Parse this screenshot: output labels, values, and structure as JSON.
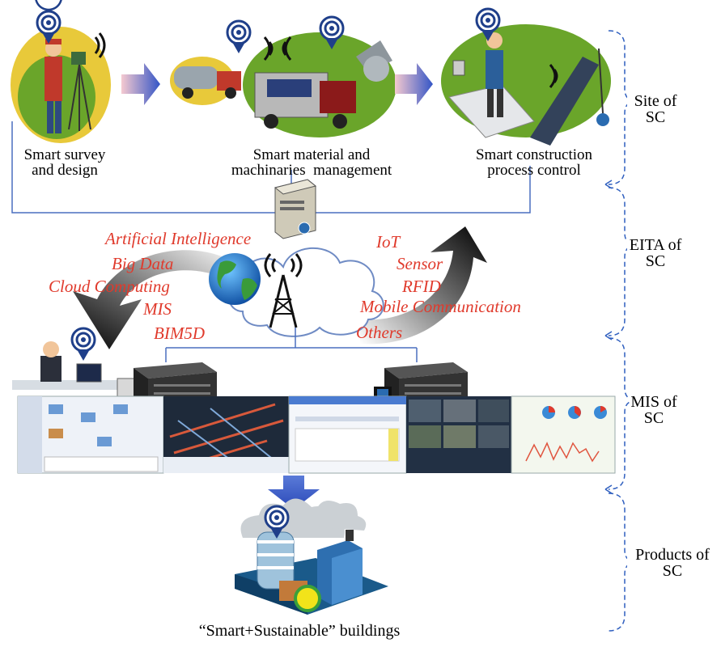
{
  "site_stages": [
    {
      "line1": "Smart survey",
      "line2": "and design"
    },
    {
      "line1": "Smart material and",
      "line2": "machinaries  management"
    },
    {
      "line1": "Smart construction",
      "line2": "process control"
    }
  ],
  "technologies_left": [
    "Artificial Intelligence",
    "Big Data",
    "Cloud Computing",
    "MIS",
    "BIM5D"
  ],
  "technologies_right": [
    "IoT",
    "Sensor",
    "RFID",
    "Mobile Communication",
    "Others"
  ],
  "side_labels": [
    {
      "line1": "Site of",
      "line2": "SC"
    },
    {
      "line1": "EITA of",
      "line2": "SC"
    },
    {
      "line1": "MIS of",
      "line2": "SC"
    },
    {
      "line1": "Products of",
      "line2": "SC"
    }
  ],
  "product_caption": "“Smart+Sustainable” buildings",
  "colors": {
    "tech_text": "#e03a2c",
    "bracket": "#2f5fbf",
    "arrow_blue": "#3b5fc8",
    "line_blue": "#4a6fbf"
  }
}
